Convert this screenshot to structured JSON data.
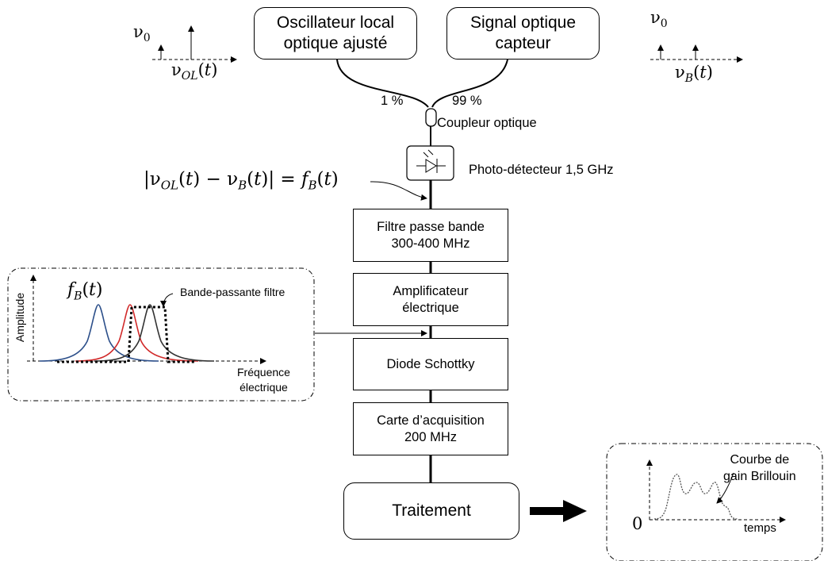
{
  "sources": {
    "local_oscillator": [
      "Oscillateur local",
      "optique ajusté"
    ],
    "sensor_signal": [
      "Signal optique",
      "capteur"
    ]
  },
  "coupler": {
    "left_ratio": "1 %",
    "right_ratio": "99 %",
    "label": "Coupleur optique"
  },
  "photodetector": {
    "label": "Photo-détecteur 1,5 GHz"
  },
  "beat_equation": "|ν_OL(t) − ν_B(t)| = f_B(t)",
  "spectra": {
    "left": {
      "nu0": "ν0",
      "axis_label": "ν_OL(t)"
    },
    "right": {
      "nu0": "ν0",
      "axis_label": "ν_B(t)"
    }
  },
  "chain": {
    "bandpass_filter": [
      "Filtre passe bande",
      "300-400 MHz"
    ],
    "amplifier": [
      "Amplificateur",
      "électrique"
    ],
    "schottky": "Diode Schottky",
    "acquisition": [
      "Carte d’acquisition",
      "200 MHz"
    ],
    "processing": "Traitement"
  },
  "filter_inset": {
    "y_label": "Amplitude",
    "x_label": [
      "Fréquence",
      "électrique"
    ],
    "curve_label": "f_B(t)",
    "band_label": "Bande-passante filtre",
    "curve_colors": [
      "#2c4f8a",
      "#d12a2a",
      "#333333"
    ]
  },
  "gain_inset": {
    "label": [
      "Courbe de",
      "gain Brillouin"
    ],
    "origin": "0",
    "x_label": "temps"
  }
}
